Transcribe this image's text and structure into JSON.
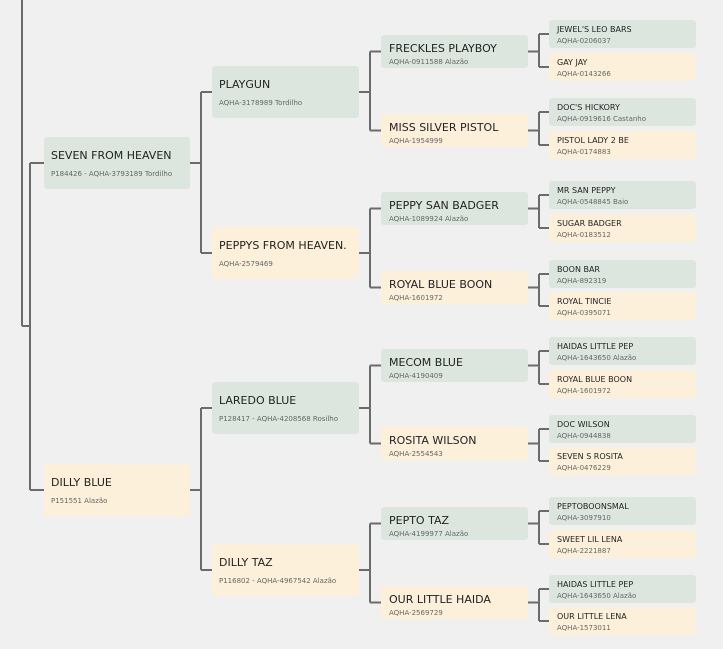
{
  "colors": {
    "background": "#f0f0f0",
    "male_box": "#dce6df",
    "female_box": "#fdf0db",
    "line": "#6b6b6b"
  },
  "pedigree": {
    "sire": {
      "name": "SEVEN FROM HEAVEN",
      "reg": "P184426 - AQHA-3793189 Tordilho",
      "sire": {
        "name": "PLAYGUN",
        "reg": "AQHA-3178989 Tordilho",
        "sire": {
          "name": "FRECKLES PLAYBOY",
          "reg": "AQHA-0911588 Alazão",
          "sire": {
            "name": "JEWEL'S LEO BARS",
            "reg": "AQHA-0206037"
          },
          "dam": {
            "name": "GAY JAY",
            "reg": "AQHA-0143266"
          }
        },
        "dam": {
          "name": "MISS SILVER PISTOL",
          "reg": "AQHA-1954999",
          "sire": {
            "name": "DOC'S HICKORY",
            "reg": "AQHA-0919616 Castanho"
          },
          "dam": {
            "name": "PISTOL LADY 2 BE",
            "reg": "AQHA-0174883"
          }
        }
      },
      "dam": {
        "name": "PEPPYS FROM HEAVEN.",
        "reg": "AQHA-2579469",
        "sire": {
          "name": "PEPPY SAN BADGER",
          "reg": "AQHA-1089924 Alazão",
          "sire": {
            "name": "MR SAN PEPPY",
            "reg": "AQHA-0548845 Baio"
          },
          "dam": {
            "name": "SUGAR BADGER",
            "reg": "AQHA-0183512"
          }
        },
        "dam": {
          "name": "ROYAL BLUE BOON",
          "reg": "AQHA-1601972",
          "sire": {
            "name": "BOON BAR",
            "reg": "AQHA-892319"
          },
          "dam": {
            "name": "ROYAL TINCIE",
            "reg": "AQHA-0395071"
          }
        }
      }
    },
    "dam": {
      "name": "DILLY BLUE",
      "reg": "P151551 Alazão",
      "sire": {
        "name": "LAREDO BLUE",
        "reg": "P128417 - AQHA-4208568 Rosilho",
        "sire": {
          "name": "MECOM BLUE",
          "reg": "AQHA-4190409",
          "sire": {
            "name": "HAIDAS LITTLE PEP",
            "reg": "AQHA-1643650 Alazão"
          },
          "dam": {
            "name": "ROYAL BLUE BOON",
            "reg": "AQHA-1601972"
          }
        },
        "dam": {
          "name": "ROSITA WILSON",
          "reg": "AQHA-2554543",
          "sire": {
            "name": "DOC WILSON",
            "reg": "AQHA-0944838"
          },
          "dam": {
            "name": "SEVEN S ROSITA",
            "reg": "AQHA-0476229"
          }
        }
      },
      "dam": {
        "name": "DILLY TAZ",
        "reg": "P116802 - AQHA-4967542 Alazão",
        "sire": {
          "name": "PEPTO TAZ",
          "reg": "AQHA-4199977 Alazão",
          "sire": {
            "name": "PEPTOBOONSMAL",
            "reg": "AQHA-3097910"
          },
          "dam": {
            "name": "SWEET LIL LENA",
            "reg": "AQHA-2221887"
          }
        },
        "dam": {
          "name": "OUR LITTLE HAIDA",
          "reg": "AQHA-2569729",
          "sire": {
            "name": "HAIDAS LITTLE PEP",
            "reg": "AQHA-1643650 Alazão"
          },
          "dam": {
            "name": "OUR LITTLE LENA",
            "reg": "AQHA-1573011"
          }
        }
      }
    }
  }
}
